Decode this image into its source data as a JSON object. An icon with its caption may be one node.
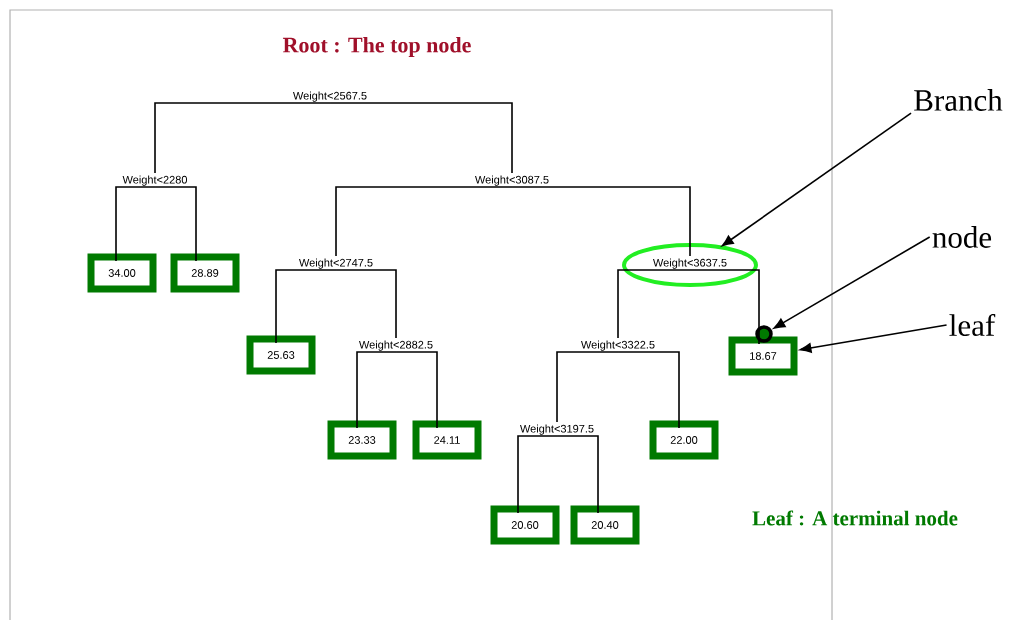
{
  "diagram": {
    "title": "Root : The top node",
    "nodes": [
      {
        "text": [
          "Weight<2567.5"
        ]
      },
      {
        "text": [
          "Weight<2280"
        ]
      },
      {
        "text": [
          "Weight<3087.5"
        ]
      },
      {
        "text": [
          "34.00"
        ]
      },
      {
        "text": [
          "28.89"
        ]
      },
      {
        "text": [
          "Weight<2747.5"
        ]
      },
      {
        "text": [
          "Weight<3637.5"
        ]
      },
      {
        "text": [
          "25.63"
        ]
      },
      {
        "text": [
          "Weight<2882.5"
        ]
      },
      {
        "text": [
          "Weight<3322.5"
        ]
      },
      {
        "text": [
          "18.67"
        ]
      },
      {
        "text": [
          "23.33"
        ]
      },
      {
        "text": [
          "24.11"
        ]
      },
      {
        "text": [
          "Weight<3197.5"
        ]
      },
      {
        "text": [
          "22.00"
        ]
      },
      {
        "text": [
          "20.60"
        ]
      },
      {
        "text": [
          "20.40"
        ]
      },
      {
        "text": [
          "Branch"
        ]
      },
      {
        "text": [
          "node"
        ]
      },
      {
        "text": [
          "leaf"
        ]
      },
      {
        "text": [],
        "shape": "circle"
      }
    ],
    "edges": [
      {
        "from": 0,
        "to": 1,
        "arrow": "none"
      },
      {
        "from": 0,
        "to": 2,
        "arrow": "none"
      },
      {
        "from": 1,
        "to": 3,
        "arrow": "none"
      },
      {
        "from": 1,
        "to": 4,
        "arrow": "none"
      },
      {
        "from": 2,
        "to": 5,
        "arrow": "none"
      },
      {
        "from": 2,
        "to": 6,
        "arrow": "none"
      },
      {
        "from": 5,
        "to": 7,
        "arrow": "none"
      },
      {
        "from": 5,
        "to": 8,
        "arrow": "none"
      },
      {
        "from": 6,
        "to": 9,
        "arrow": "none"
      },
      {
        "from": 6,
        "to": 10,
        "arrow": "none"
      },
      {
        "from": 8,
        "to": 11,
        "arrow": "none"
      },
      {
        "from": 8,
        "to": 12,
        "arrow": "none"
      },
      {
        "from": 9,
        "to": 13,
        "arrow": "none"
      },
      {
        "from": 9,
        "to": 14,
        "arrow": "none"
      },
      {
        "from": 13,
        "to": 15,
        "arrow": "none"
      },
      {
        "from": 13,
        "to": 16,
        "arrow": "none"
      },
      {
        "from": 17,
        "to": 6,
        "arrow": "to"
      },
      {
        "from": 18,
        "to": 20,
        "arrow": "to"
      },
      {
        "from": 19,
        "to": 10,
        "arrow": "to"
      }
    ],
    "labels": [
      "Leaf : A terminal node"
    ]
  }
}
